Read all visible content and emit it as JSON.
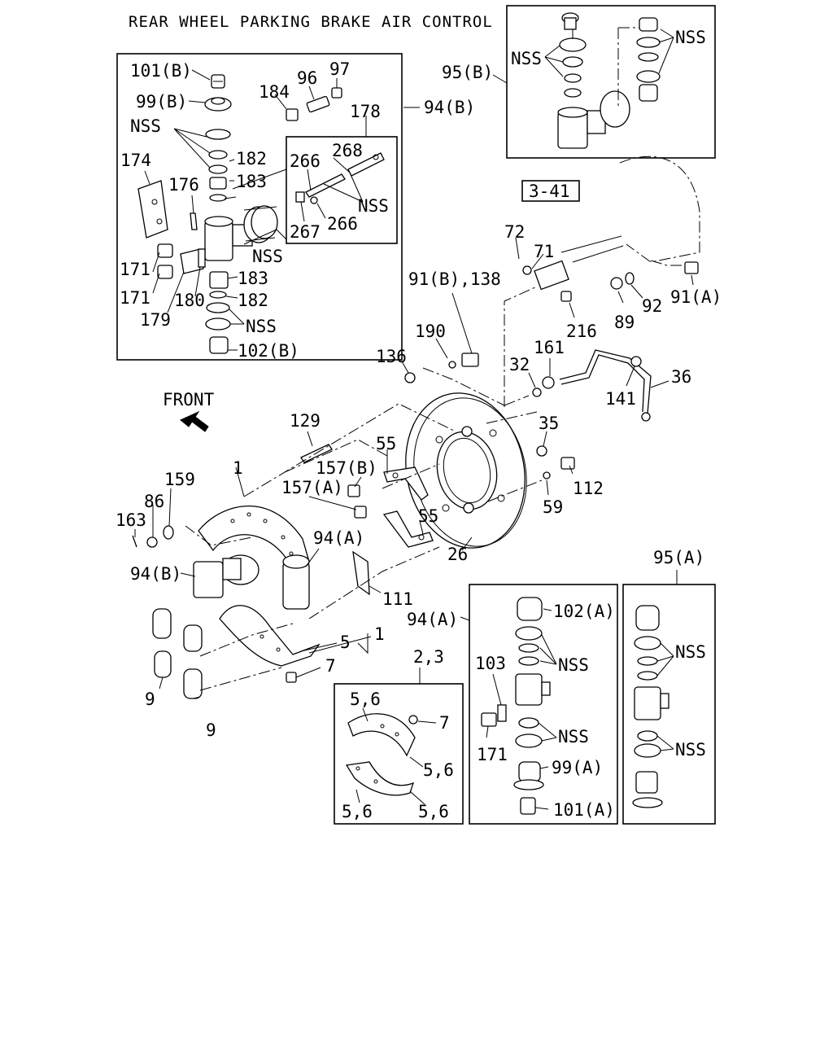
{
  "title": "REAR WHEEL PARKING BRAKE AIR CONTROL",
  "front_label": "FRONT",
  "ref_box": "3-41",
  "labels": {
    "l_101B": "101(B)",
    "l_99B": "99(B)",
    "l_nss_a": "NSS",
    "l_174": "174",
    "l_184": "184",
    "l_96": "96",
    "l_97": "97",
    "l_178": "178",
    "l_94B_top": "94(B)",
    "l_182a": "182",
    "l_183a": "183",
    "l_176": "176",
    "l_266a": "266",
    "l_268": "268",
    "l_nss_b": "NSS",
    "l_267": "267",
    "l_266b": "266",
    "l_nss_c": "NSS",
    "l_171a": "171",
    "l_171b": "171",
    "l_180": "180",
    "l_179": "179",
    "l_183b": "183",
    "l_182b": "182",
    "l_nss_d": "NSS",
    "l_102B": "102(B)",
    "l_95B": "95(B)",
    "l_nss_e": "NSS",
    "l_nss_f": "NSS",
    "l_72": "72",
    "l_71": "71",
    "l_91B138": "91(B),138",
    "l_216": "216",
    "l_89": "89",
    "l_92": "92",
    "l_91A": "91(A)",
    "l_190": "190",
    "l_136": "136",
    "l_32": "32",
    "l_161": "161",
    "l_141": "141",
    "l_36": "36",
    "l_129": "129",
    "l_55a": "55",
    "l_35": "35",
    "l_157B": "157(B)",
    "l_157A": "157(A)",
    "l_1a": "1",
    "l_159": "159",
    "l_86": "86",
    "l_163": "163",
    "l_112": "112",
    "l_59": "59",
    "l_55b": "55",
    "l_94A_mid": "94(A)",
    "l_26": "26",
    "l_94B_mid": "94(B)",
    "l_111": "111",
    "l_5": "5",
    "l_1b": "1",
    "l_7a": "7",
    "l_9a": "9",
    "l_9b": "9",
    "l_95A": "95(A)",
    "l_23": "2,3",
    "l_94A_box": "94(A)",
    "l_102A": "102(A)",
    "l_103": "103",
    "l_nss_g": "NSS",
    "l_171c": "171",
    "l_nss_h": "NSS",
    "l_99A": "99(A)",
    "l_101A": "101(A)",
    "l_56a": "5,6",
    "l_7b": "7",
    "l_56b": "5,6",
    "l_56c": "5,6",
    "l_56d": "5,6",
    "l_nss_i": "NSS",
    "l_nss_j": "NSS"
  }
}
